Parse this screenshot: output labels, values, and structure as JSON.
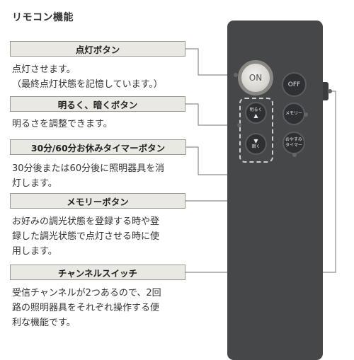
{
  "title": "リモコン機能",
  "sections": [
    {
      "header": "点灯ボタン",
      "description": "点灯させます。\n（最終点灯状態を記憶しています。）"
    },
    {
      "header": "明るく、暗くボタン",
      "description": "明るさを調整できます。"
    },
    {
      "header": "30分/60分お休みタイマーボタン",
      "description": "30分後または60分後に照明器具を消\n灯します。"
    },
    {
      "header": "メモリーボタン",
      "description": "お好みの調光状態を登録する時や登\n録した調光状態で点灯させる時に使\n用します。"
    },
    {
      "header": "チャンネルスイッチ",
      "description": "受信チャンネルが2つあるので、2回\n路の照明器具をそれぞれ操作する便\n利な機能です。"
    }
  ],
  "remote": {
    "on_label": "ON",
    "off_label": "OFF",
    "bright_label": "明るく",
    "dark_label": "暗く",
    "memory_label": "メモリー",
    "sleep_label_1": "おやすみ",
    "sleep_label_2": "タイマー",
    "up_icon": "▲",
    "down_icon": "▼"
  },
  "colors": {
    "header_bg": "#eae8e3",
    "remote_body": "#454749",
    "wire": "#8d8d8d"
  },
  "icons": [
    "up-triangle-icon",
    "down-triangle-icon"
  ]
}
